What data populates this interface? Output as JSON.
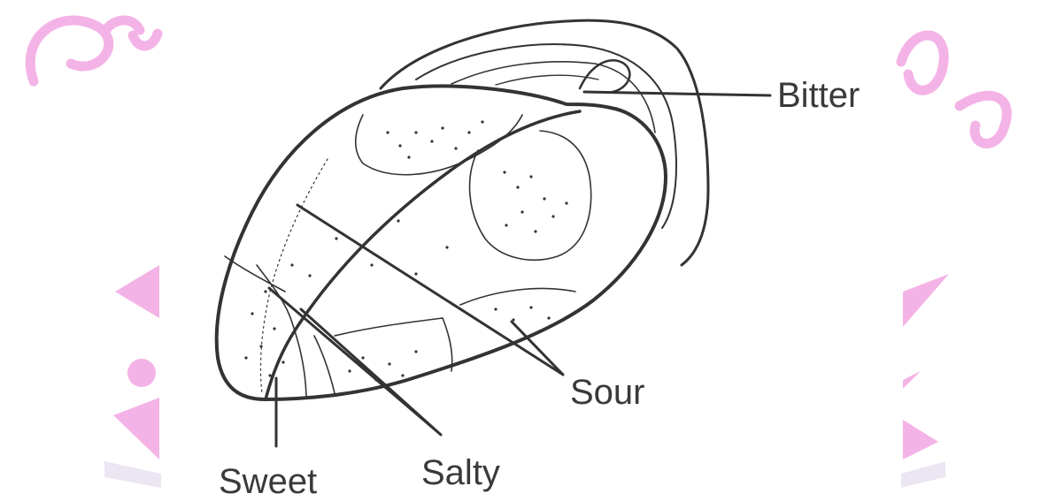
{
  "diagram": {
    "labels": {
      "bitter": "Bitter",
      "sour": "Sour",
      "salty": "Salty",
      "sweet": "Sweet"
    }
  },
  "colors": {
    "ink": "#333333",
    "watermark": "#f4b3e6",
    "watermark_band": "#ece6f3"
  }
}
